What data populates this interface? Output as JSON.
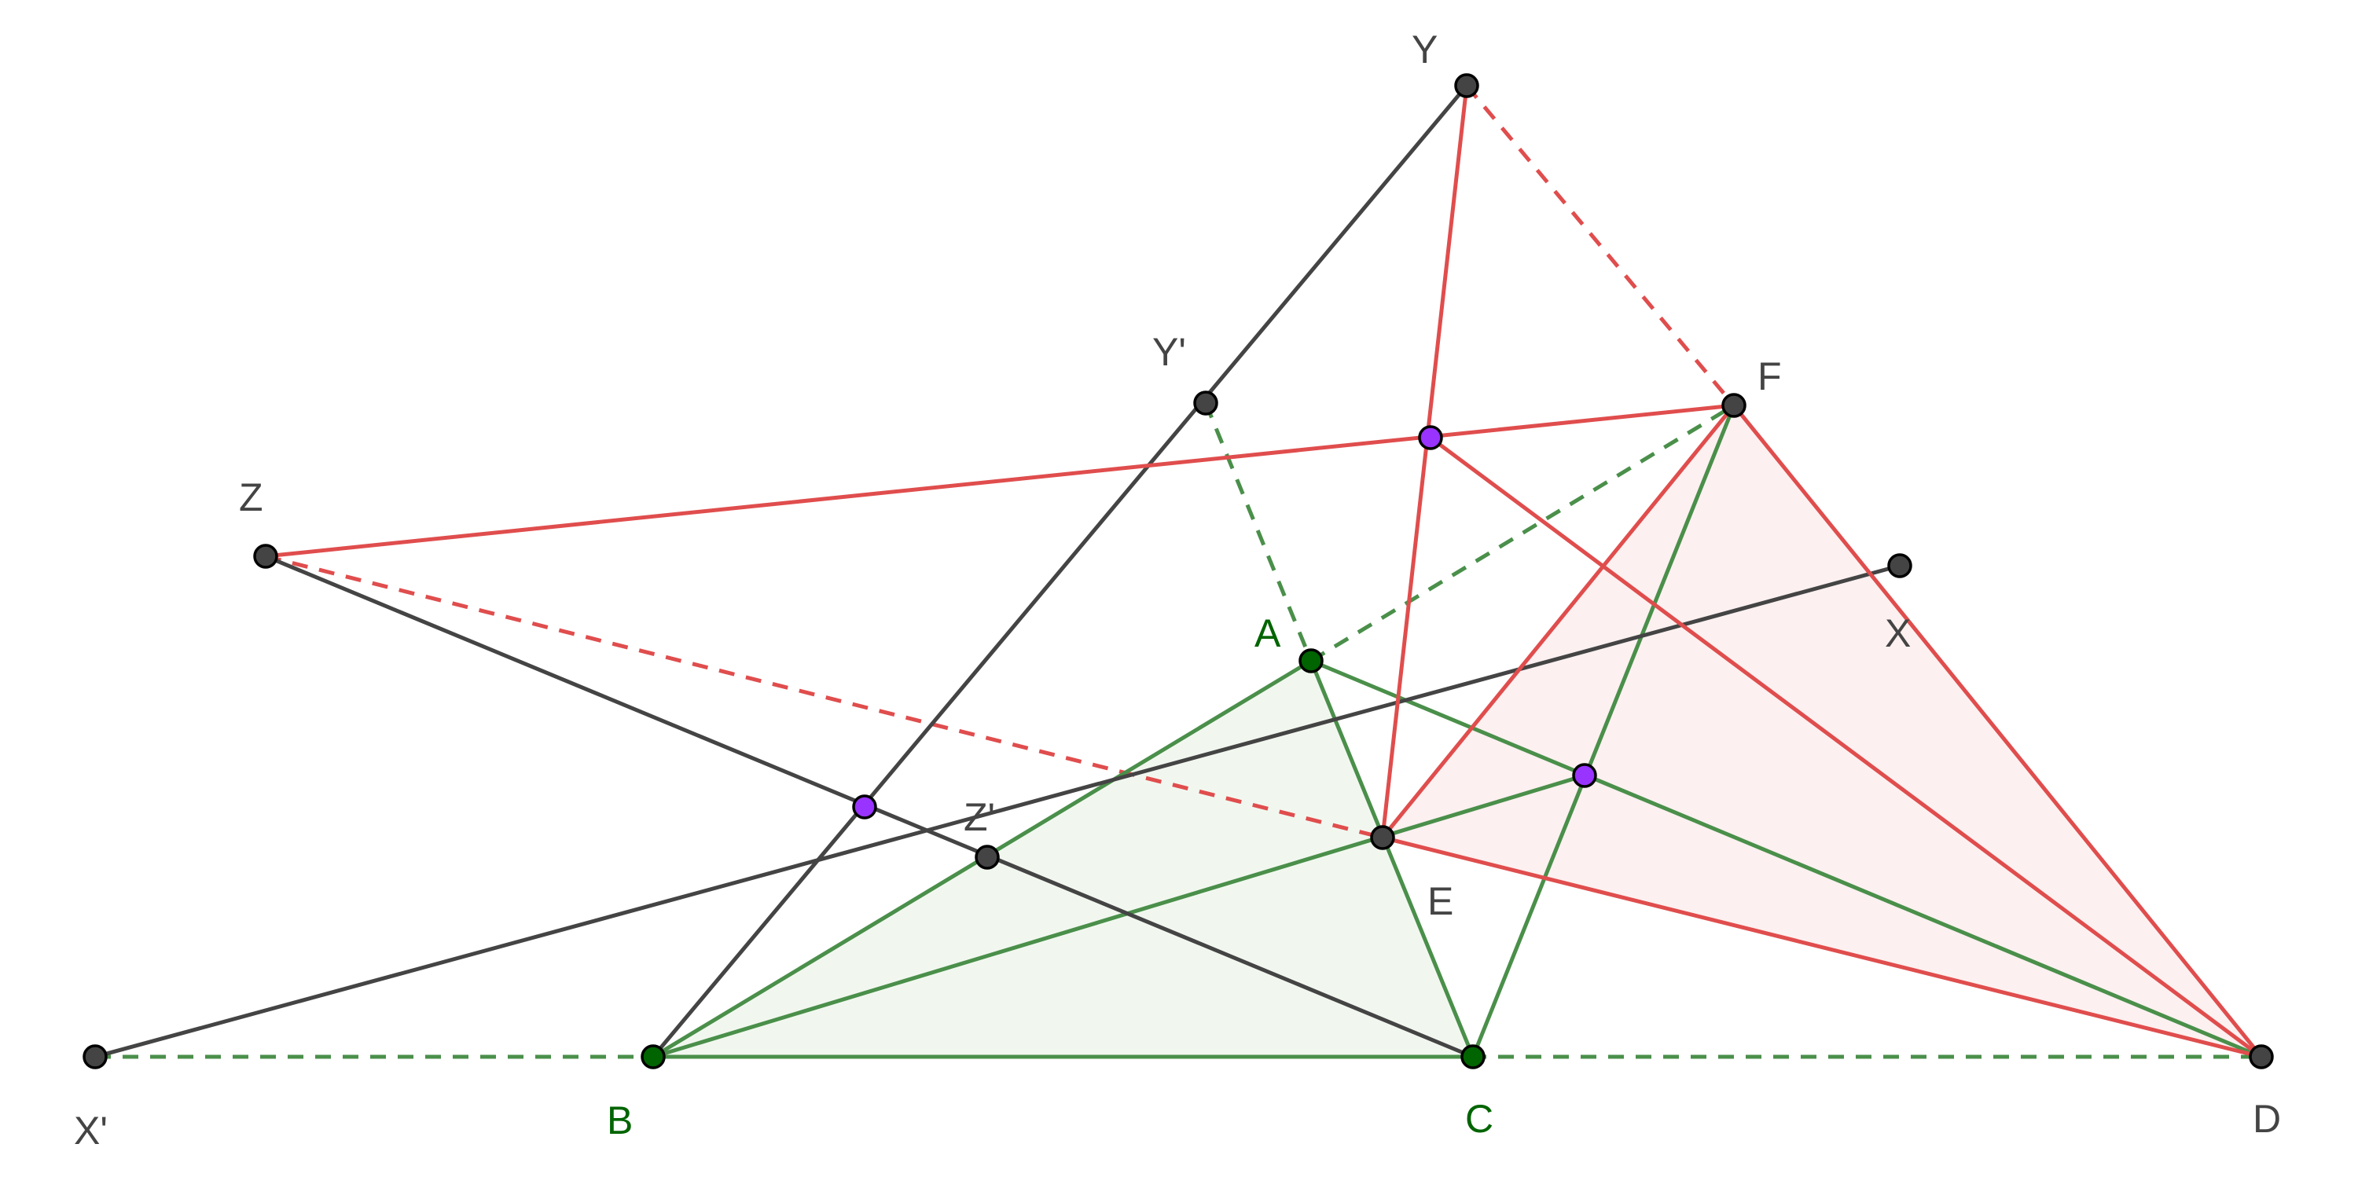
{
  "diagram": {
    "colors": {
      "gray": "#444444",
      "red": "#e04d4d",
      "green": "#4a8f4a",
      "point_gray": "#444444",
      "point_green": "#006400",
      "point_purple": "#9933ff",
      "fill_green": "#f1f7ef",
      "fill_red": "#fcf0f0"
    },
    "labels": {
      "Y": "Y",
      "Yp": "Y'",
      "F": "F",
      "Z": "Z",
      "X": "X",
      "A": "A",
      "Zp": "Z'",
      "E": "E",
      "Xp": "X'",
      "B": "B",
      "C": "C",
      "D": "D"
    }
  }
}
